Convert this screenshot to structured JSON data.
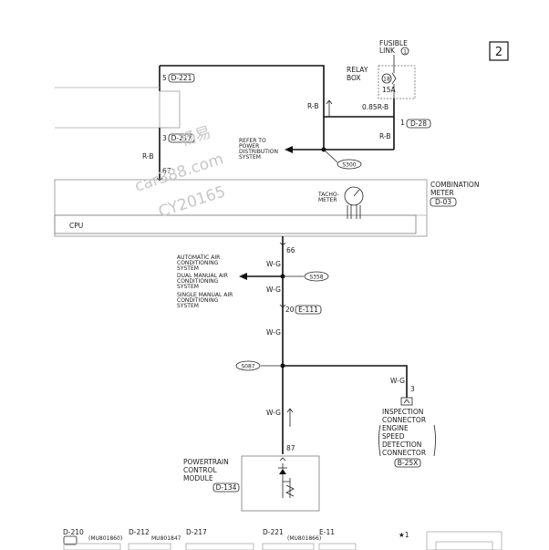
{
  "page_number": "2",
  "fusible_link": {
    "line1": "FUSIBLE",
    "line2": "LINK",
    "num": "1"
  },
  "relay_box": {
    "line1": "RELAY",
    "line2": "BOX"
  },
  "fuse": {
    "num": "18",
    "amp": "15A"
  },
  "wire_085rb": "0.85R-B",
  "d28": {
    "pin": "1",
    "code": "D-28"
  },
  "d221": {
    "pin": "5",
    "code": "D-221"
  },
  "d217": {
    "pin": "3",
    "code": "D-217"
  },
  "wire_rb": "R-B",
  "wire_wg": "W-G",
  "pin_67": "67",
  "pin_66": "66",
  "pin_87": "87",
  "pin_3": "3",
  "e111": {
    "pin": "20",
    "code": "E-111"
  },
  "refer_power": [
    "REFER TO",
    "POWER",
    "DISTRIBUTION",
    "SYSTEM"
  ],
  "splice_s300": "S300",
  "splice_s358": "S358",
  "splice_s087": "S087",
  "combination_meter": {
    "line1": "COMBINATION",
    "line2": "METER",
    "code": "D-03"
  },
  "tacho": [
    "TACHO-",
    "METER"
  ],
  "cpu": "CPU",
  "ac_systems": [
    "AUTOMATIC AIR",
    "CONDITIONING",
    "SYSTEM",
    "DUAL MANUAL AIR",
    "CONDITIONING",
    "SYSTEM",
    "SINGLE MANUAL AIR",
    "CONDITIONING",
    "SYSTEM"
  ],
  "inspection": {
    "lines": [
      "INSPECTION",
      "CONNECTOR",
      "ENGINE",
      "SPEED",
      "DETECTION",
      "CONNECTOR"
    ],
    "code": "B-25X"
  },
  "pcm": {
    "lines": [
      "POWERTRAIN",
      "CONTROL",
      "MODULE"
    ],
    "code": "D-134"
  },
  "watermark": [
    "畅易",
    "car388.com",
    "CY20165"
  ],
  "bottom_connectors": [
    {
      "code": "D-210",
      "note": "(MU801860)"
    },
    {
      "code": "D-212",
      "note": "MU801847"
    },
    {
      "code": "D-217",
      "note": ""
    },
    {
      "code": "D-221",
      "note": "(MU801866)"
    },
    {
      "code": "E-11",
      "note": ""
    }
  ],
  "star_note": "★1"
}
